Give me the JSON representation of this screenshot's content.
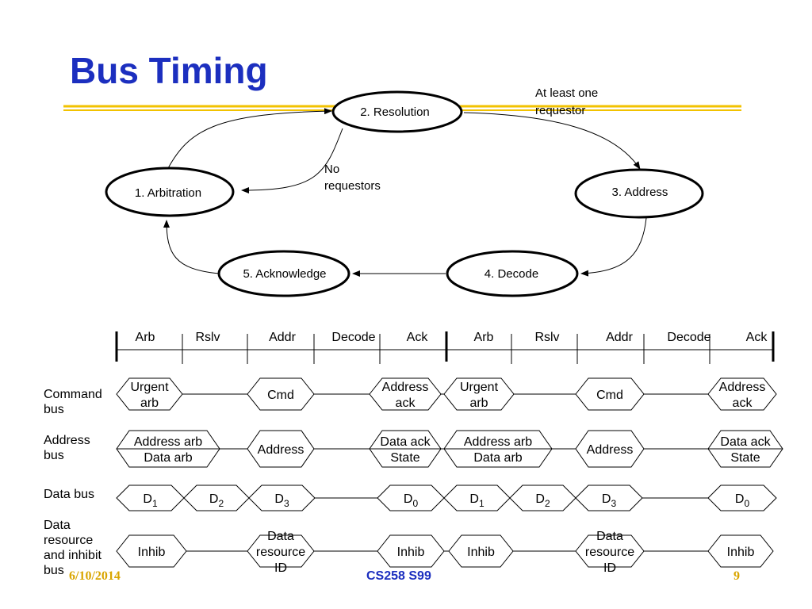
{
  "slide": {
    "title": "Bus Timing",
    "footer": {
      "date": "6/10/2014",
      "course": "CS258 S99",
      "page": "9"
    }
  },
  "colors": {
    "title": "#1c2fbf",
    "rule": "#f2c200",
    "footer_accent": "#d9a500"
  },
  "state_diagram": {
    "states": [
      "1. Arbitration",
      "2. Resolution",
      "3. Address",
      "4. Decode",
      "5. Acknowledge"
    ],
    "annotations": {
      "at_least_one": [
        "At least one",
        "requestor"
      ],
      "no_requestors": [
        "No",
        "requestors"
      ]
    }
  },
  "timing": {
    "phases": [
      "Arb",
      "Rslv",
      "Addr",
      "Decode",
      "Ack",
      "Arb",
      "Rslv",
      "Addr",
      "Decode",
      "Ack"
    ],
    "rows": [
      {
        "label": [
          "Command",
          "bus"
        ],
        "cells": [
          [
            "Urgent",
            "arb"
          ],
          [
            "Cmd"
          ],
          [
            "Address",
            "ack"
          ],
          [
            "Urgent",
            "arb"
          ],
          [
            "Cmd"
          ],
          [
            "Address",
            "ack"
          ]
        ]
      },
      {
        "label": [
          "Address",
          "bus"
        ],
        "cells": [
          [
            "Address arb",
            "Data arb"
          ],
          [
            "Address"
          ],
          [
            "Data ack",
            "State"
          ],
          [
            "Address arb",
            "Data arb"
          ],
          [
            "Address"
          ],
          [
            "Data ack",
            "State"
          ]
        ]
      },
      {
        "label": [
          "Data bus"
        ],
        "cells": [
          [
            "D",
            "1"
          ],
          [
            "D",
            "2"
          ],
          [
            "D",
            "3"
          ],
          [
            "D",
            "0"
          ],
          [
            "D",
            "1"
          ],
          [
            "D",
            "2"
          ],
          [
            "D",
            "3"
          ],
          [
            "D",
            "0"
          ]
        ]
      },
      {
        "label": [
          "Data",
          "resource",
          "and inhibit",
          "bus"
        ],
        "cells": [
          [
            "Inhib"
          ],
          [
            "Data",
            "resource",
            "ID"
          ],
          [
            "Inhib"
          ],
          [
            "Inhib"
          ],
          [
            "Data",
            "resource",
            "ID"
          ],
          [
            "Inhib"
          ]
        ]
      }
    ]
  }
}
